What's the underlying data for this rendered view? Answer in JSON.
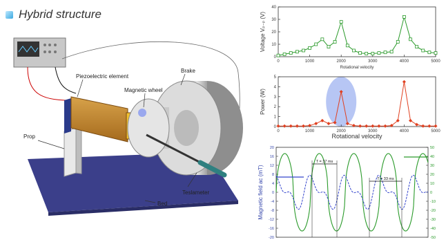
{
  "header": {
    "title": "Hybrid structure"
  },
  "apparatus": {
    "labels": {
      "piezo": "Piezoelectric element",
      "brake": "Brake",
      "wheel": "Magnetic wheel",
      "prop": "Prop",
      "teslameter": "Teslameter",
      "bed": "Bed"
    }
  },
  "chart_data": [
    {
      "type": "line",
      "ylabel": "Voltage Vₚ₋ₚ (V)",
      "xlabel": "Rotational velocity",
      "xlim": [
        0,
        5000
      ],
      "ylim": [
        0,
        40
      ],
      "xticks": [
        "0",
        "1000",
        "2000",
        "3000",
        "4000",
        "5000"
      ],
      "yticks": [
        "0",
        "10",
        "20",
        "30",
        "40"
      ],
      "color": "#2a9a2a",
      "marker": "square",
      "x": [
        0,
        200,
        400,
        600,
        800,
        1000,
        1200,
        1400,
        1600,
        1800,
        2000,
        2200,
        2400,
        2600,
        2800,
        3000,
        3200,
        3400,
        3600,
        3800,
        4000,
        4200,
        4400,
        4600,
        4800,
        5000
      ],
      "y": [
        1,
        2,
        3,
        4,
        5,
        7,
        10,
        14,
        8,
        12,
        28,
        9,
        5,
        3,
        2.5,
        2.5,
        3,
        3.5,
        4,
        12,
        32,
        14,
        8,
        5,
        3.5,
        3
      ]
    },
    {
      "type": "line",
      "ylabel": "Power (W)",
      "xlabel": "Rotational velocity",
      "xlim": [
        0,
        5000
      ],
      "ylim": [
        0,
        5
      ],
      "xticks": [
        "0",
        "1000",
        "2000",
        "3000",
        "4000",
        "5000"
      ],
      "yticks": [
        "0",
        "1",
        "2",
        "3",
        "4",
        "5"
      ],
      "color": "#e04020",
      "marker": "diamond",
      "x": [
        0,
        200,
        400,
        600,
        800,
        1000,
        1200,
        1400,
        1600,
        1800,
        2000,
        2200,
        2400,
        2600,
        2800,
        3000,
        3200,
        3400,
        3600,
        3800,
        4000,
        4200,
        4400,
        4600,
        4800,
        5000
      ],
      "y": [
        0.05,
        0.05,
        0.05,
        0.05,
        0.05,
        0.1,
        0.3,
        0.6,
        0.3,
        0.4,
        3.5,
        0.3,
        0.1,
        0.05,
        0.05,
        0.05,
        0.05,
        0.05,
        0.1,
        0.6,
        4.5,
        0.6,
        0.2,
        0.05,
        0.05,
        0.05
      ]
    },
    {
      "type": "line",
      "ylabel": "Magnetic field ac (mT)",
      "ylim": [
        -20,
        20
      ],
      "yticks": [
        "20",
        "16",
        "12",
        "8",
        "4",
        "0",
        "-4",
        "-8",
        "-12",
        "-16",
        "-20"
      ],
      "y2ticks": [
        "50",
        "40",
        "30",
        "20",
        "10",
        "0",
        "-10",
        "-20",
        "-30",
        "-40",
        "-50"
      ],
      "annotations": [
        "T = 37 ms",
        "T = 33 ms"
      ]
    }
  ]
}
